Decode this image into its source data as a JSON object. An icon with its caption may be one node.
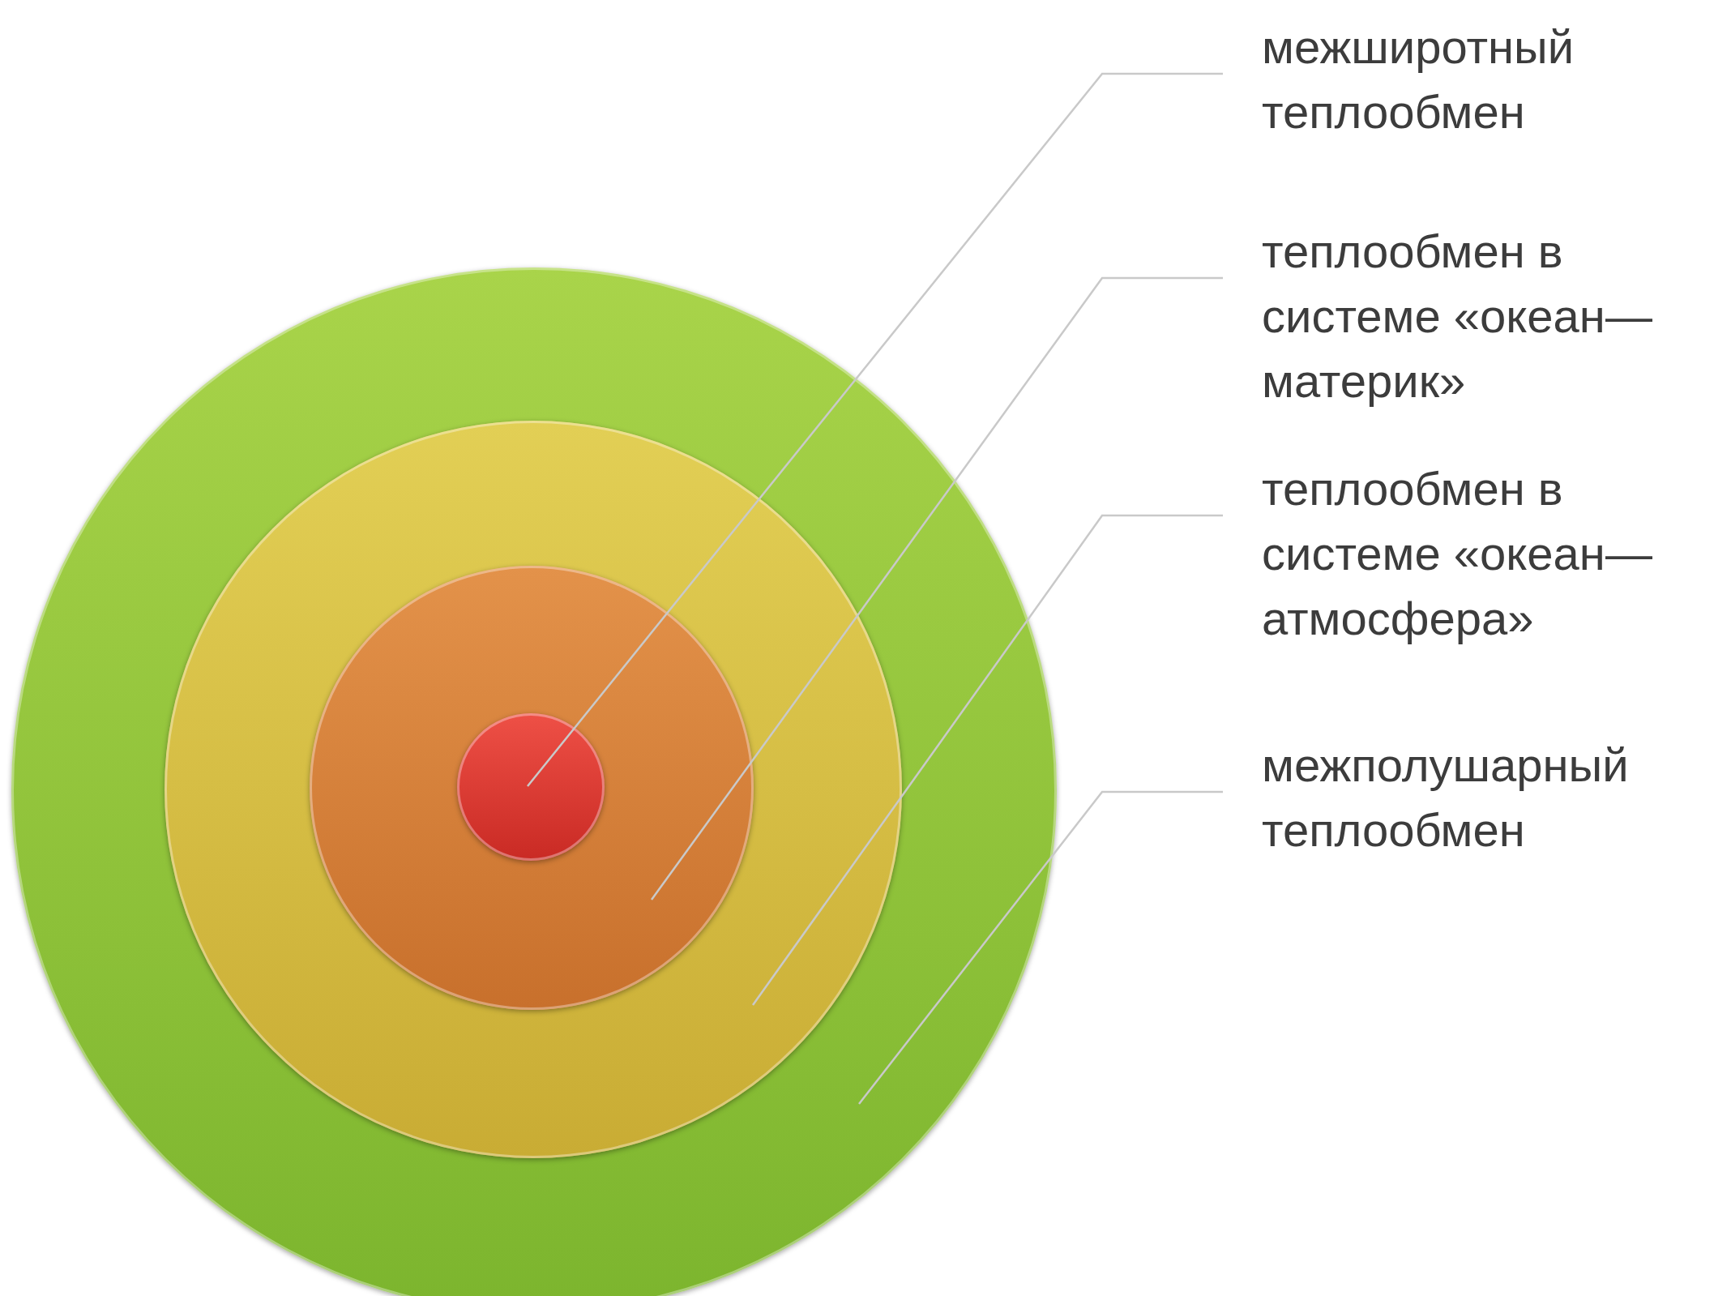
{
  "diagram": {
    "nodes": [
      {
        "text": [
          "межширотный теплообмен"
        ]
      },
      {
        "text": [
          "теплообмен в системе «океан—материк»"
        ]
      },
      {
        "text": [
          "теплообмен в системе «океан—атмосфера»"
        ]
      },
      {
        "text": [
          "межполушарный теплообмен"
        ]
      },
      {
        "text": [],
        "shape": "circle"
      },
      {
        "text": [],
        "shape": "circle",
        "in": 4
      },
      {
        "text": [],
        "shape": "circle",
        "in": 5
      },
      {
        "text": [],
        "shape": "circle",
        "in": 6
      }
    ],
    "edges": [
      {
        "from": 0,
        "to": 7,
        "arrow": "none"
      },
      {
        "from": 1,
        "to": 6,
        "arrow": "none"
      },
      {
        "from": 2,
        "to": 5,
        "arrow": "none"
      },
      {
        "from": 3,
        "to": 4,
        "arrow": "none"
      }
    ]
  }
}
